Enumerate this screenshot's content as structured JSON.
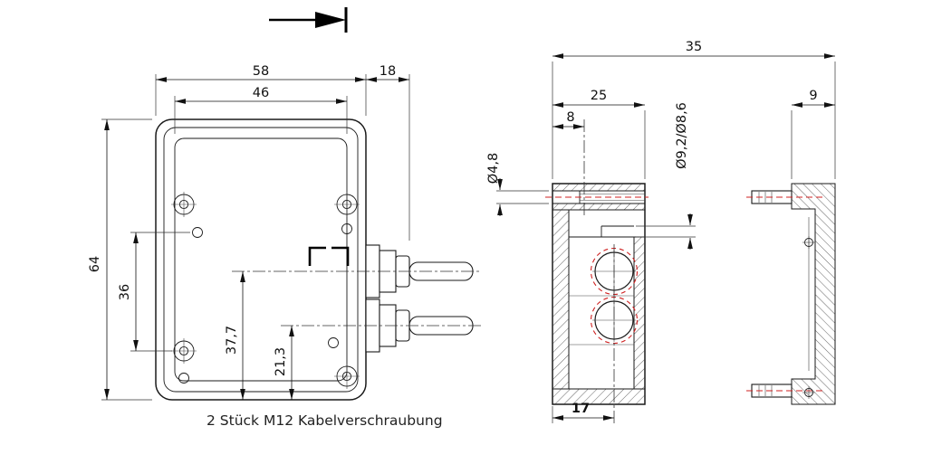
{
  "drawing": {
    "caption": "2 Stück M12 Kabelverschraubung",
    "front_view": {
      "width_outer": "58",
      "width_inner": "46",
      "gland_length": "18",
      "height_outer": "64",
      "hole_spacing": "36",
      "gland_upper_offset": "37,7",
      "gland_lower_offset": "21,3"
    },
    "side_view": {
      "depth_total": "35",
      "body_depth": "25",
      "screw_offset": "8",
      "screw_diameter": "Ø4,8",
      "gland_hole_diameter": "Ø9,2/Ø8,6",
      "hole_offset": "17"
    },
    "lid_view": {
      "lid_depth": "9"
    }
  }
}
